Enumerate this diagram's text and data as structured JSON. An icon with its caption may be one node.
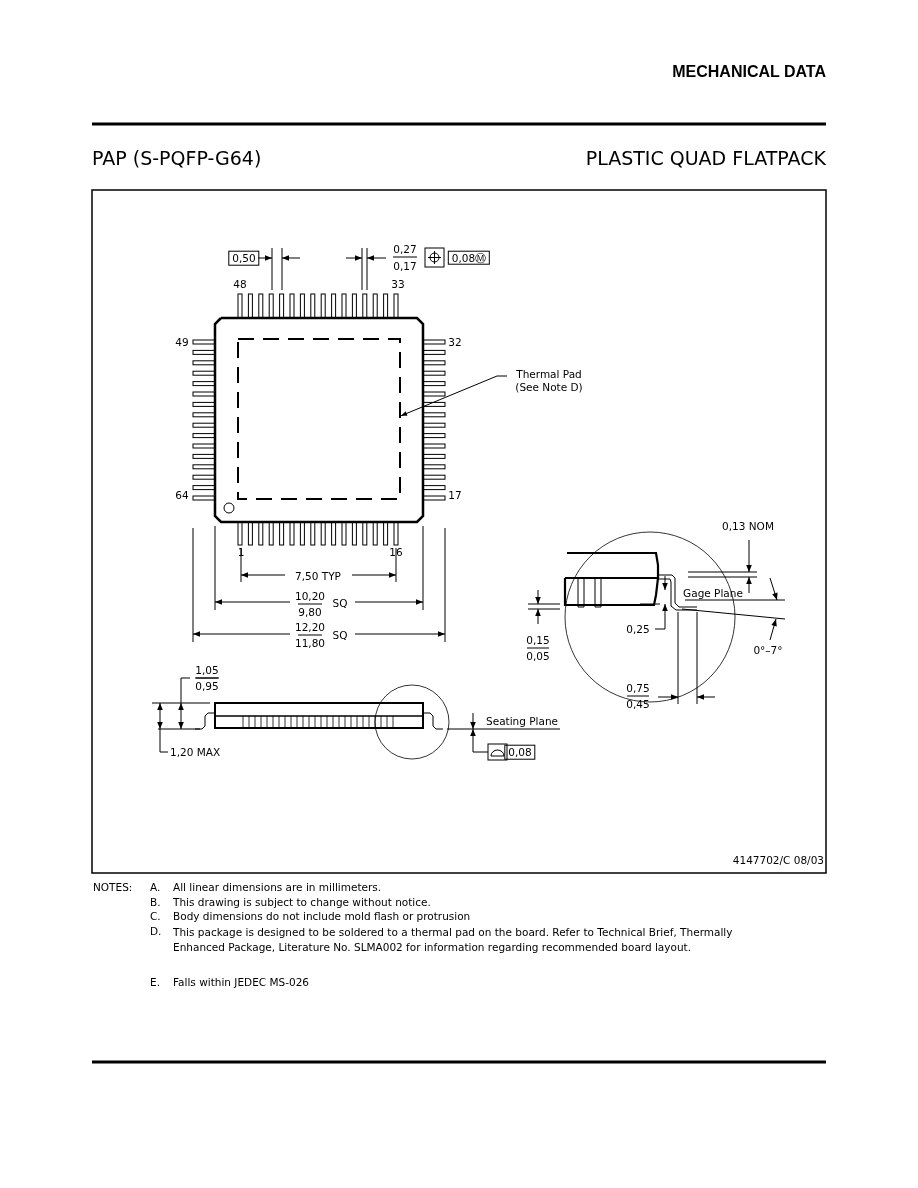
{
  "diagram": {
    "title": "MECHANICAL DATA",
    "nodes": [
      {
        "text": [
          "Thermal Pad (See Note D)"
        ]
      },
      {
        "text": [],
        "shape": "box"
      }
    ],
    "edges": [
      {
        "from": 0,
        "to": 1,
        "arrow": "to"
      }
    ],
    "labels": [
      "PAP (S-PQFP-G64)",
      "PLASTIC QUAD FLATPACK",
      "0,50",
      "0,27",
      "0,17",
      "0,08Ⓜ",
      "48",
      "33",
      "49",
      "32",
      "64",
      "17",
      "1",
      "16",
      "7,50 TYP",
      "10,20",
      "9,80",
      "SQ",
      "12,20",
      "11,80",
      "SQ",
      "0,13 NOM",
      "Gage Plane",
      "0,15",
      "0,05",
      "0,25",
      "0°–7°",
      "0,75",
      "0,45",
      "1,05",
      "0,95",
      "Seating Plane",
      "1,20 MAX",
      "0,08",
      "4147702/C 08/03",
      "NOTES:",
      "A.",
      "All linear dimensions are in millimeters.",
      "B.",
      "This drawing is subject to change without notice.",
      "C.",
      "Body dimensions do not include mold flash or protrusion",
      "D.",
      "This package is designed to be soldered to a thermal pad on the board.  Refer to Technical Brief, Thermally Enhanced Package, Literature No. SLMA002 for information regarding recommended board layout.",
      "E.",
      "Falls within JEDEC MS-026"
    ]
  }
}
